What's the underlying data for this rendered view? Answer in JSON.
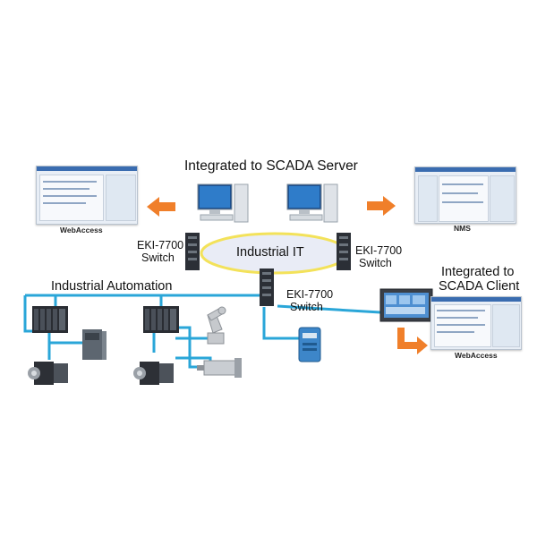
{
  "labels": {
    "scada_server": "Integrated to SCADA Server",
    "industrial_it": "Industrial IT",
    "industrial_automation": "Industrial Automation",
    "scada_client_line1": "Integrated to",
    "scada_client_line2": "SCADA Client",
    "webaccess_left": "WebAccess",
    "webaccess_right": "WebAccess",
    "nms": "NMS",
    "switch_left_line1": "EKI-7700",
    "switch_left_line2": "Switch",
    "switch_right_line1": "EKI-7700",
    "switch_right_line2": "Switch",
    "switch_center_line1": "EKI-7700",
    "switch_center_line2": "Switch"
  },
  "colors": {
    "network_line": "#2aa6d8",
    "arrow_orange": "#f07f2a",
    "ellipse_fill": "#e9ecf6",
    "ellipse_stroke": "#f3e25a"
  }
}
